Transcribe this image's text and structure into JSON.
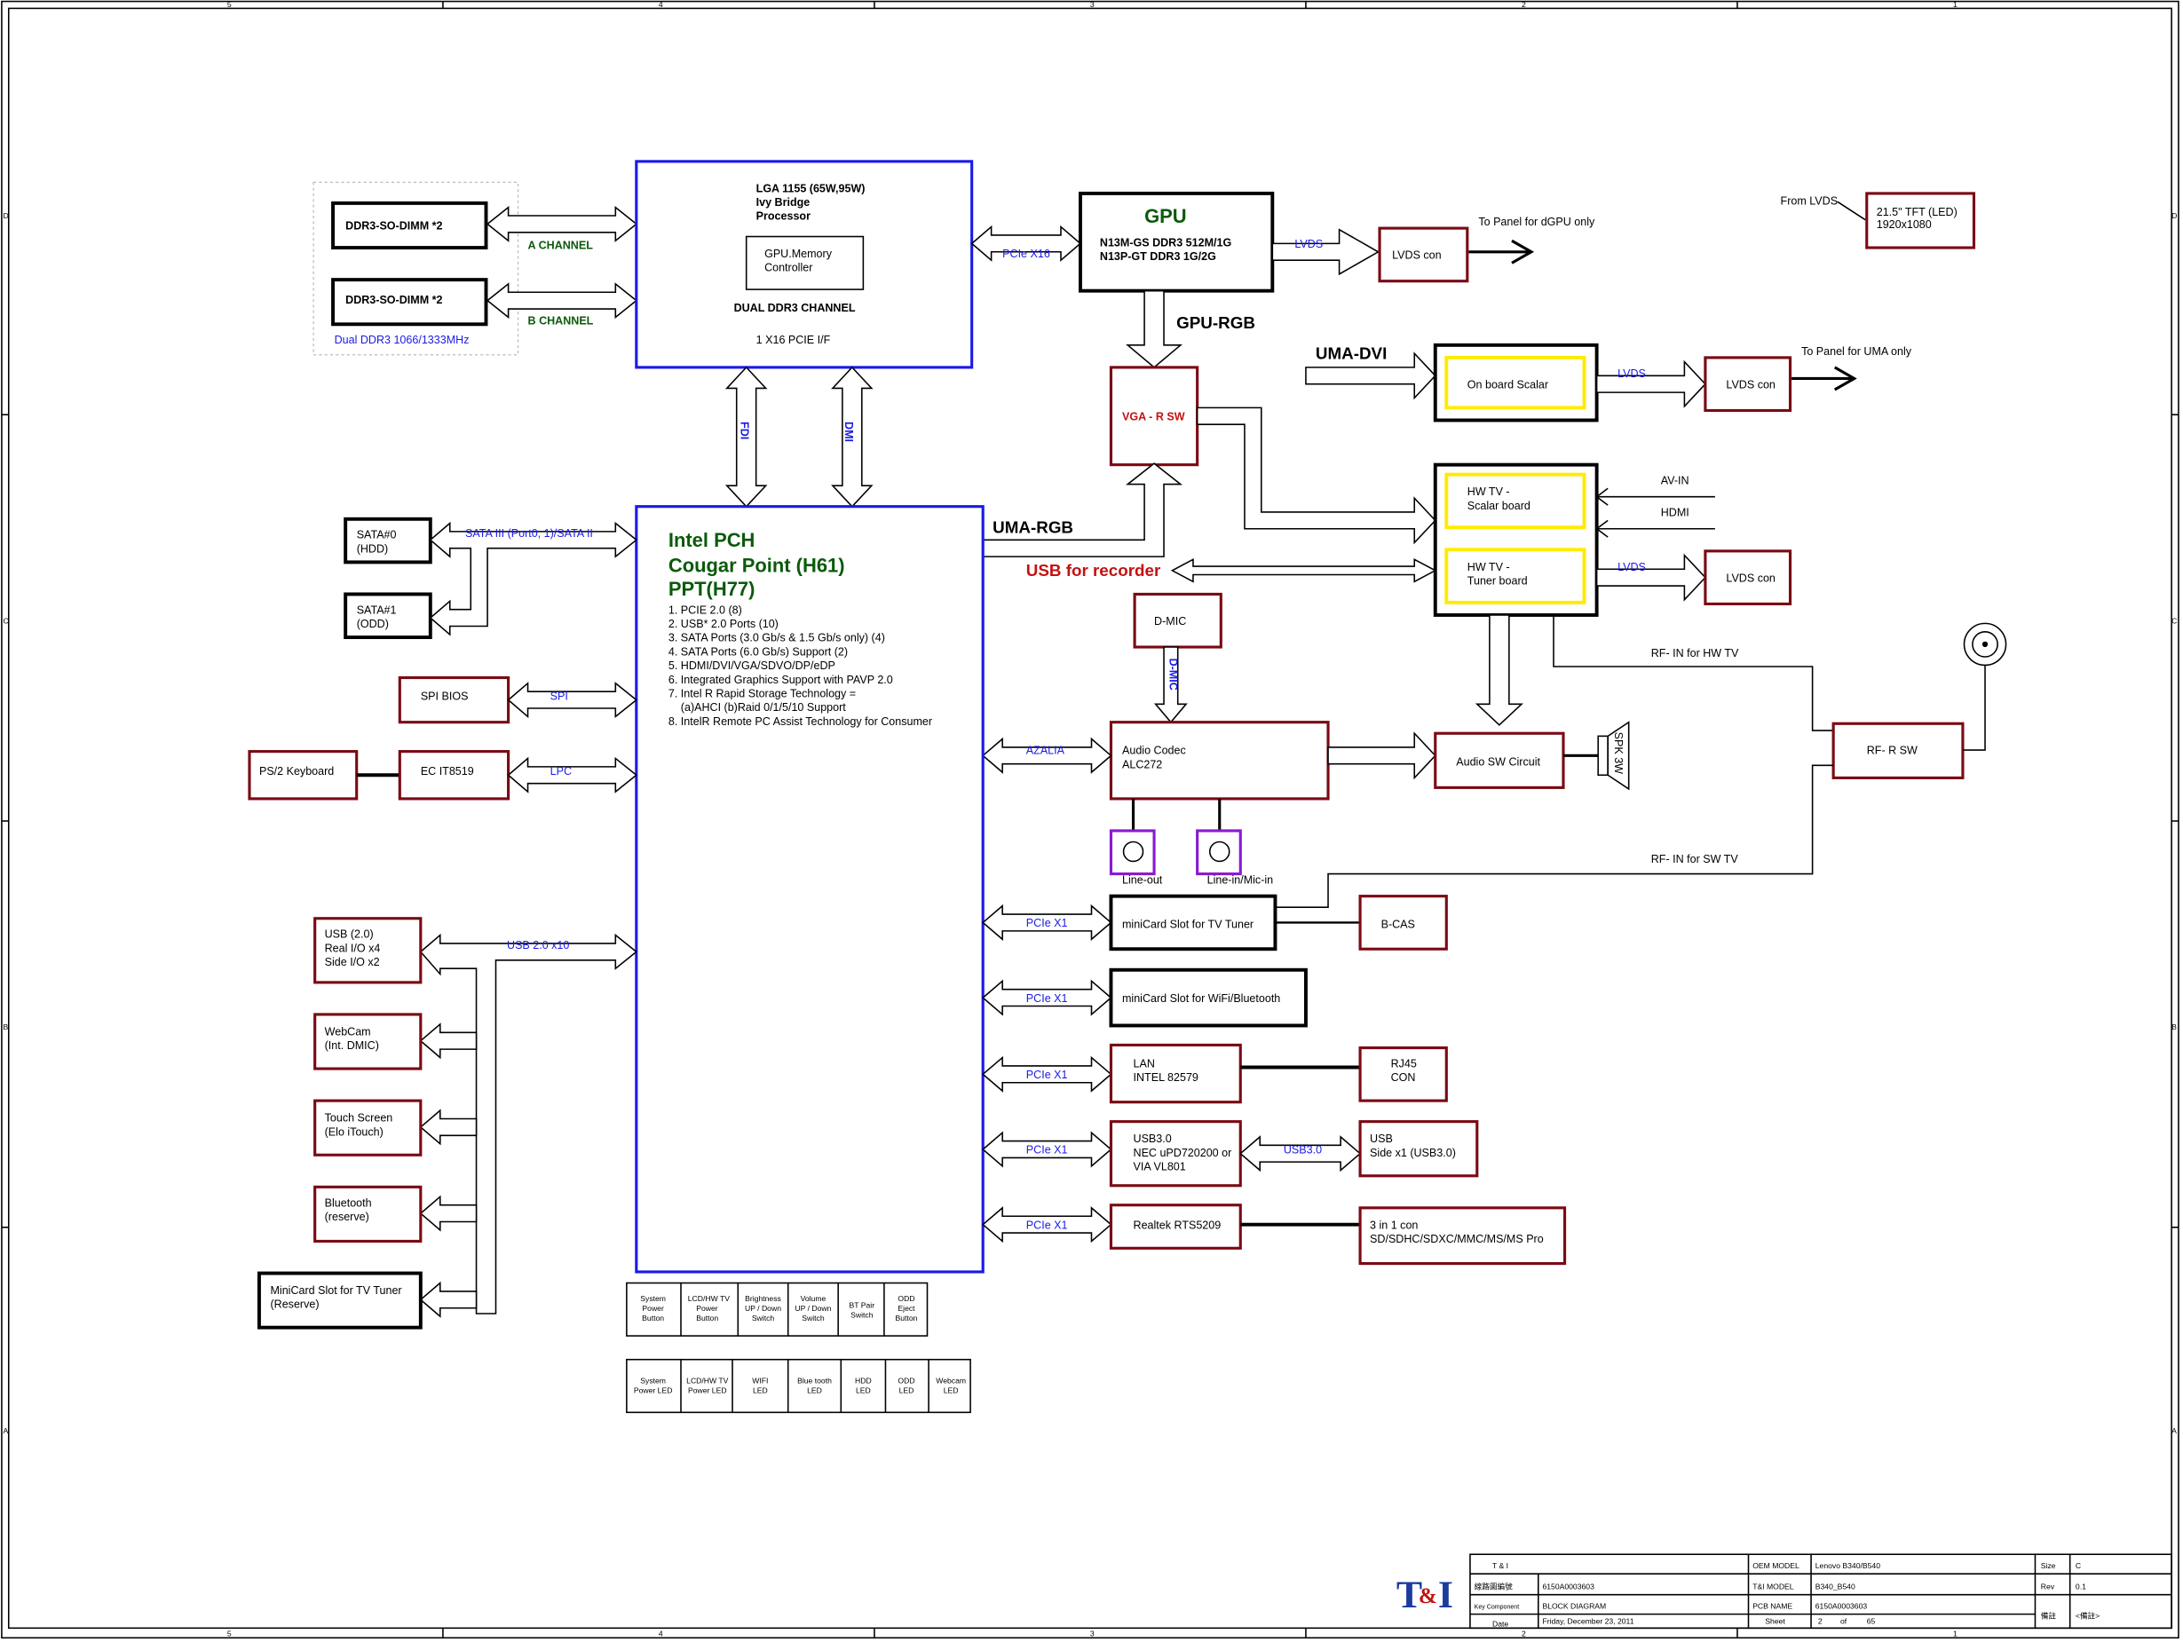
{
  "frame": {
    "cols": [
      "5",
      "4",
      "3",
      "2",
      "1"
    ],
    "rows": [
      "D",
      "C",
      "B",
      "A"
    ]
  },
  "memory": {
    "dimm_a": "DDR3-SO-DIMM *2",
    "dimm_b": "DDR3-SO-DIMM *2",
    "channel_a": "A CHANNEL",
    "channel_b": "B CHANNEL",
    "speed": "Dual DDR3 1066/1333MHz"
  },
  "cpu": {
    "lines": [
      "LGA 1155 (65W,95W)",
      "Ivy Bridge",
      "Processor"
    ],
    "memctrl": [
      "GPU.Memory",
      "Controller"
    ],
    "dual": "DUAL DDR3  CHANNEL",
    "pcie": "1 X16 PCIE  I/F"
  },
  "links": {
    "fdi": "FDI",
    "dmi": "DMI",
    "pcie16": "PCIe X16",
    "lvds": "LVDS",
    "sata": "SATA III (Port0, 1)/SATA II",
    "spi": "SPI",
    "lpc": "LPC",
    "usb10": "USB 2.0 x10",
    "azalia": "AZALIA",
    "pcie1": "PCIe X1",
    "usb30": "USB3.0",
    "dmic": "D-MIC"
  },
  "gpu": {
    "title": "GPU",
    "l1": "N13M-GS DDR3 512M/1G",
    "l2": "N13P-GT  DDR3 1G/2G",
    "rgb": "GPU-RGB"
  },
  "lvds_con": "LVDS con",
  "panel_dgpu": "To Panel for dGPU only",
  "panel_uma": "To Panel for UMA only",
  "from_lvds": "From LVDS",
  "tft": [
    "21.5\" TFT (LED)",
    "1920x1080"
  ],
  "uma_dvi": "UMA-DVI",
  "scalar": "On board Scalar",
  "vga_sw": "VGA - R SW",
  "uma_rgb": "UMA-RGB",
  "usb_recorder": "USB for recorder",
  "hwtv_scalar": [
    "HW TV -",
    "Scalar board"
  ],
  "hwtv_tuner": [
    "HW TV -",
    "Tuner board"
  ],
  "av_in": "AV-IN",
  "hdmi": "HDMI",
  "rf_hw": "RF- IN for HW TV",
  "rf_sw_in": "RF- IN for SW TV",
  "rf_sw": "RF- R SW",
  "dmic_box": "D-MIC",
  "codec": [
    "Audio Codec",
    "ALC272"
  ],
  "audio_sw": "Audio SW Circuit",
  "spk": "SPK 3W",
  "line_out": "Line-out",
  "line_in": "Line-in/Mic-in",
  "pch": {
    "t1": "Intel PCH",
    "t2": "Cougar Point (H61)",
    "t3": "PPT(H77)",
    "features": [
      "1. PCIE 2.0 (8)",
      "2. USB* 2.0 Ports (10)",
      "3. SATA Ports (3.0 Gb/s & 1.5 Gb/s only) (4)",
      "4. SATA Ports (6.0 Gb/s) Support (2)",
      "5. HDMI/DVI/VGA/SDVO/DP/eDP",
      "6. Integrated Graphics Support with PAVP 2.0",
      "7. Intel R  Rapid Storage Technology =",
      "    (a)AHCI (b)Raid 0/1/5/10 Support",
      "8. IntelR Remote PC Assist Technology for Consumer"
    ]
  },
  "sata0": [
    "SATA#0",
    "(HDD)"
  ],
  "sata1": [
    "SATA#1",
    "(ODD)"
  ],
  "spi_bios": "SPI BIOS",
  "ps2": "PS/2 Keyboard",
  "ec": "EC IT8519",
  "usb_io": [
    "USB (2.0)",
    "Real I/O x4",
    "Side I/O x2"
  ],
  "webcam": [
    "WebCam",
    "(Int. DMIC)"
  ],
  "touch": [
    "Touch Screen",
    "(Elo iTouch)"
  ],
  "bluetooth": [
    "Bluetooth",
    "(reserve)"
  ],
  "minicard_tv_left": [
    "MiniCard Slot for TV Tuner",
    "(Reserve)"
  ],
  "minicard_tv": "miniCard Slot for TV Tuner",
  "bcas": "B-CAS",
  "minicard_wifi": "miniCard Slot for WiFi/Bluetooth",
  "lan": [
    "LAN",
    "INTEL 82579"
  ],
  "rj45": [
    "RJ45",
    "CON"
  ],
  "usb3ctrl": [
    "USB3.0",
    "NEC uPD720200 or",
    "VIA VL801"
  ],
  "usb3port": [
    "USB",
    "Side x1 (USB3.0)"
  ],
  "realtek": "Realtek RTS5209",
  "cardreader": [
    "3 in 1 con",
    "SD/SDHC/SDXC/MMC/MS/MS Pro"
  ],
  "buttons": [
    [
      "System",
      "Power",
      "Button"
    ],
    [
      "LCD/HW TV",
      "Power",
      "Button"
    ],
    [
      "Brightness",
      "UP / Down",
      "Switch"
    ],
    [
      "Volume",
      "UP / Down",
      "Switch"
    ],
    [
      "BT Pair",
      "Switch"
    ],
    [
      "ODD",
      "Eject",
      "Button"
    ]
  ],
  "leds": [
    [
      "System",
      "Power LED"
    ],
    [
      "LCD/HW TV",
      "Power LED"
    ],
    [
      "WIFI",
      "LED"
    ],
    [
      "Blue tooth",
      "LED"
    ],
    [
      "HDD",
      "LED"
    ],
    [
      "ODD",
      "LED"
    ],
    [
      "Webcam",
      "LED"
    ]
  ],
  "titleblock": {
    "company": "T & I",
    "oem_model_label": "OEM MODEL",
    "oem_model": "Lenovo B340/B540",
    "size_label": "Size",
    "size": "C",
    "drawing_no_label": "線路圖編號",
    "drawing_no": "6150A0003603",
    "ti_model_label": "T&I MODEL",
    "ti_model": "B340_B540",
    "rev_label": "Rev",
    "rev": "0.1",
    "key_component_label": "Key Component",
    "key_component": "BLOCK DIAGRAM",
    "pcb_label": "PCB NAME",
    "pcb": "6150A0003603",
    "note_label": "備註",
    "note": "<備註>",
    "date_label": "Date",
    "date": "Friday, December 23, 2011",
    "sheet_label": "Sheet",
    "sheet": "2",
    "of": "of",
    "total": "65"
  },
  "colors": {
    "darkred": "#7a0a14",
    "blue": "#1a1ae6",
    "green": "#0b5a0b",
    "yellow": "#ffeb00",
    "red": "#c41010"
  }
}
